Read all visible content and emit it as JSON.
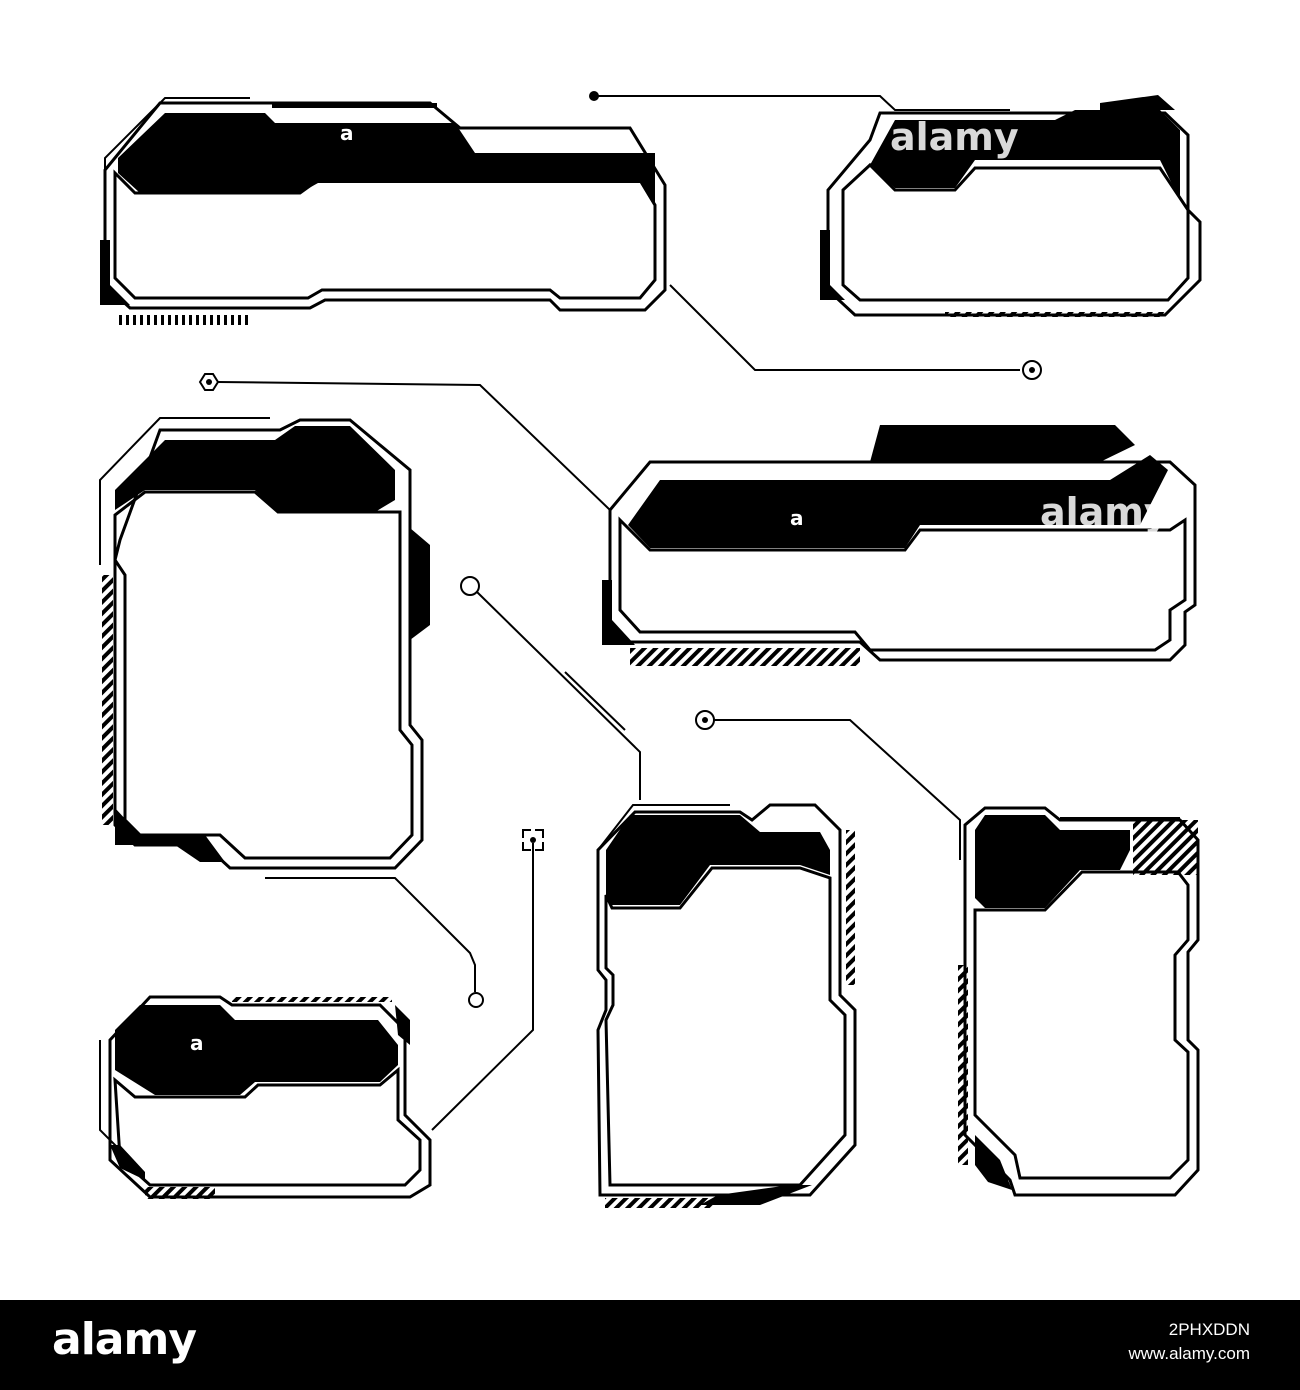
{
  "watermark": {
    "mark_letter": "a",
    "word": "alamy"
  },
  "footer": {
    "logo": "alamy",
    "image_id": "2PHXDDN",
    "url": "www.alamy.com"
  },
  "colors": {
    "ink": "#000000",
    "background": "#ffffff"
  }
}
